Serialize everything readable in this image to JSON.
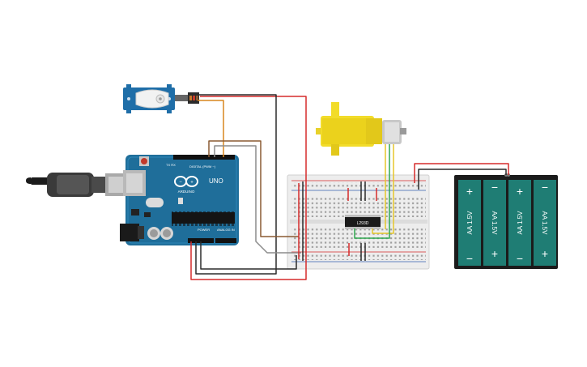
{
  "arduino": {
    "model": "UNO",
    "brand": "ARDUINO",
    "digital_header": "DIGITAL (PWM ~)",
    "power_label": "POWER",
    "analog_label": "ANALOG IN",
    "brand_color": "#1f6e9a"
  },
  "motor_driver": {
    "label": "L293D"
  },
  "battery_pack": {
    "cell_label": "AA 1.5V",
    "plus": "+",
    "minus": "−",
    "cell_color": "#1f7d74"
  },
  "wire_colors": {
    "red": "#d62b2b",
    "black": "#2b2b2b",
    "orange": "#d9861e",
    "brown": "#8a5a32",
    "gray": "#8c8c8c",
    "green": "#2fa84f",
    "yellow": "#e5c62a"
  },
  "icons": [
    "usb-cable-icon",
    "servo-icon",
    "dc-motor-icon",
    "breadboard-icon",
    "battery-icon"
  ]
}
